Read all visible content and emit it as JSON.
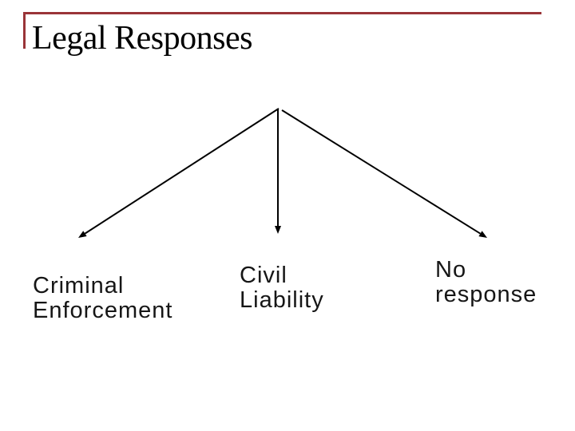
{
  "slide": {
    "title": "Legal Responses",
    "accent_color": "#9a3438",
    "text_color": "#161616",
    "background_color": "#ffffff",
    "arrow_color": "#000000",
    "diagram": {
      "branches": [
        {
          "label": "Criminal Enforcement",
          "lines": [
            "Criminal",
            "Enforcement"
          ]
        },
        {
          "label": "Civil Liability",
          "lines": [
            "Civil",
            "Liability"
          ]
        },
        {
          "label": "No response",
          "lines": [
            "No",
            "response"
          ]
        }
      ]
    }
  }
}
